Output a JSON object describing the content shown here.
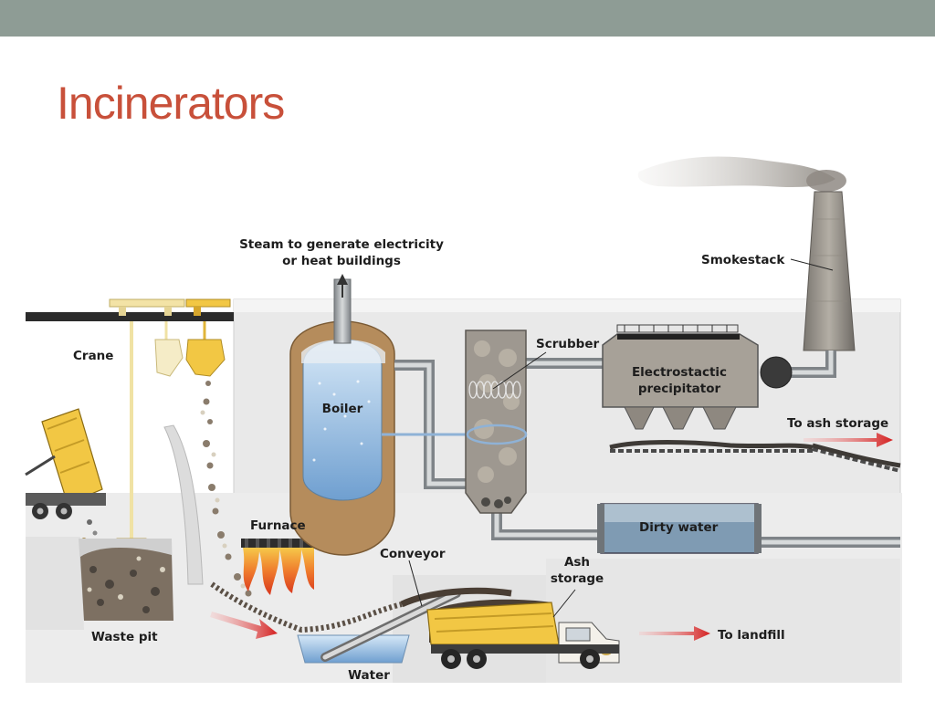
{
  "slide": {
    "title": "Incinerators"
  },
  "labels": {
    "steam_line1": "Steam to generate electricity",
    "steam_line2": "or heat buildings",
    "smokestack": "Smokestack",
    "crane": "Crane",
    "scrubber": "Scrubber",
    "precipitator_line1": "Electrostactic",
    "precipitator_line2": "precipitator",
    "boiler": "Boiler",
    "to_ash_storage": "To ash storage",
    "furnace": "Furnace",
    "dirty_water": "Dirty water",
    "conveyor": "Conveyor",
    "ash_storage_line1": "Ash",
    "ash_storage_line2": "storage",
    "waste_pit": "Waste pit",
    "to_landfill": "To landfill",
    "water": "Water"
  },
  "colors": {
    "title": "#c8503a",
    "top_bar": "#8e9c95",
    "arrow": "#d42020",
    "truck": "#f2c744",
    "water": "#9cc3e6",
    "pipe": "#9ea3a6"
  }
}
